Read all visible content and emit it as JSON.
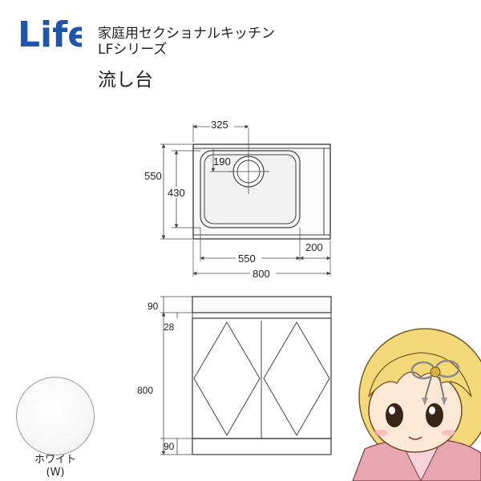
{
  "brand": {
    "logo_text": "Life",
    "logo_color": "#1f56a8"
  },
  "header": {
    "product_line": "家庭用セクショナルキッチン",
    "series": "LFシリーズ",
    "product_name": "流し台"
  },
  "top_view": {
    "dims": {
      "bowl_width": "325",
      "drain_offset": "190",
      "depth": "550",
      "bowl_depth": "430",
      "sink_width": "550",
      "side_width": "200",
      "total_width": "800"
    }
  },
  "front_view": {
    "dims": {
      "top_height": "90",
      "panel_height": "28",
      "total_height": "800",
      "base_height": "90"
    }
  },
  "color_swatch": {
    "name": "ホワイト",
    "code": "(W)",
    "color": "#f6f6f6"
  },
  "colors": {
    "line": "#444444",
    "mascot_hair": "#f4d97a",
    "mascot_kimono": "#e7a6b0"
  }
}
